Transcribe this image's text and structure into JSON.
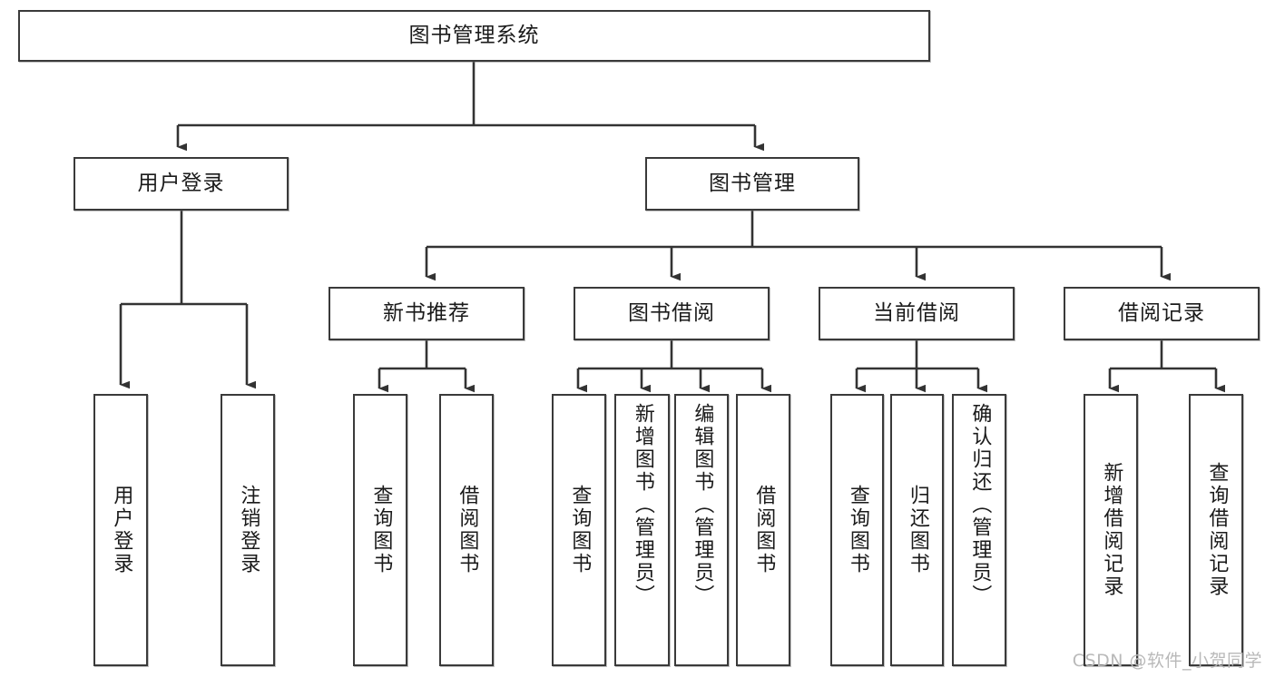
{
  "diagram": {
    "title_node": {
      "label": "图书管理系统"
    },
    "level2": [
      {
        "id": "user-login",
        "label": "用户登录"
      },
      {
        "id": "book-management",
        "label": "图书管理"
      }
    ],
    "level3": [
      {
        "id": "new-book-recommend",
        "label": "新书推荐"
      },
      {
        "id": "book-borrow",
        "label": "图书借阅"
      },
      {
        "id": "current-borrow",
        "label": "当前借阅"
      },
      {
        "id": "borrow-record",
        "label": "借阅记录"
      }
    ],
    "leaves": [
      {
        "id": "user-login-leaf",
        "label": "用户登录",
        "parent": "user-login"
      },
      {
        "id": "logout-leaf",
        "label": "注销登录",
        "parent": "user-login"
      },
      {
        "id": "query-book-rec",
        "label": "查询图书",
        "parent": "new-book-recommend"
      },
      {
        "id": "borrow-book-rec",
        "label": "借阅图书",
        "parent": "new-book-recommend"
      },
      {
        "id": "query-book-borrow",
        "label": "查询图书",
        "parent": "book-borrow"
      },
      {
        "id": "add-book-admin",
        "label": "新增图书（管理员）",
        "parent": "book-borrow"
      },
      {
        "id": "edit-book-admin",
        "label": "编辑图书（管理员）",
        "parent": "book-borrow"
      },
      {
        "id": "borrow-book",
        "label": "借阅图书",
        "parent": "book-borrow"
      },
      {
        "id": "query-book-current",
        "label": "查询图书",
        "parent": "current-borrow"
      },
      {
        "id": "return-book",
        "label": "归还图书",
        "parent": "current-borrow"
      },
      {
        "id": "confirm-return-admin",
        "label": "确认归还（管理员）",
        "parent": "current-borrow"
      },
      {
        "id": "add-borrow-record",
        "label": "新增借阅记录",
        "parent": "borrow-record"
      },
      {
        "id": "query-borrow-record",
        "label": "查询借阅记录",
        "parent": "borrow-record"
      }
    ]
  },
  "watermark": {
    "text": "CSDN @软件_小贺同学"
  },
  "colors": {
    "box_border": "#3a3a3a",
    "box_fill": "#ffffff",
    "connector": "#333333",
    "text": "#1a1a1a",
    "watermark": "#b9b9b9"
  },
  "chart_data": {
    "type": "tree-diagram",
    "title": "图书管理系统",
    "nodes": [
      {
        "label": "图书管理系统",
        "level": 0,
        "parent": null
      },
      {
        "label": "用户登录",
        "level": 1,
        "parent": "图书管理系统"
      },
      {
        "label": "图书管理",
        "level": 1,
        "parent": "图书管理系统"
      },
      {
        "label": "用户登录",
        "level": 2,
        "parent": "用户登录"
      },
      {
        "label": "注销登录",
        "level": 2,
        "parent": "用户登录"
      },
      {
        "label": "新书推荐",
        "level": 2,
        "parent": "图书管理"
      },
      {
        "label": "图书借阅",
        "level": 2,
        "parent": "图书管理"
      },
      {
        "label": "当前借阅",
        "level": 2,
        "parent": "图书管理"
      },
      {
        "label": "借阅记录",
        "level": 2,
        "parent": "图书管理"
      },
      {
        "label": "查询图书",
        "level": 3,
        "parent": "新书推荐"
      },
      {
        "label": "借阅图书",
        "level": 3,
        "parent": "新书推荐"
      },
      {
        "label": "查询图书",
        "level": 3,
        "parent": "图书借阅"
      },
      {
        "label": "新增图书（管理员）",
        "level": 3,
        "parent": "图书借阅"
      },
      {
        "label": "编辑图书（管理员）",
        "level": 3,
        "parent": "图书借阅"
      },
      {
        "label": "借阅图书",
        "level": 3,
        "parent": "图书借阅"
      },
      {
        "label": "查询图书",
        "level": 3,
        "parent": "当前借阅"
      },
      {
        "label": "归还图书",
        "level": 3,
        "parent": "当前借阅"
      },
      {
        "label": "确认归还（管理员）",
        "level": 3,
        "parent": "当前借阅"
      },
      {
        "label": "新增借阅记录",
        "level": 3,
        "parent": "借阅记录"
      },
      {
        "label": "查询借阅记录",
        "level": 3,
        "parent": "借阅记录"
      }
    ]
  }
}
